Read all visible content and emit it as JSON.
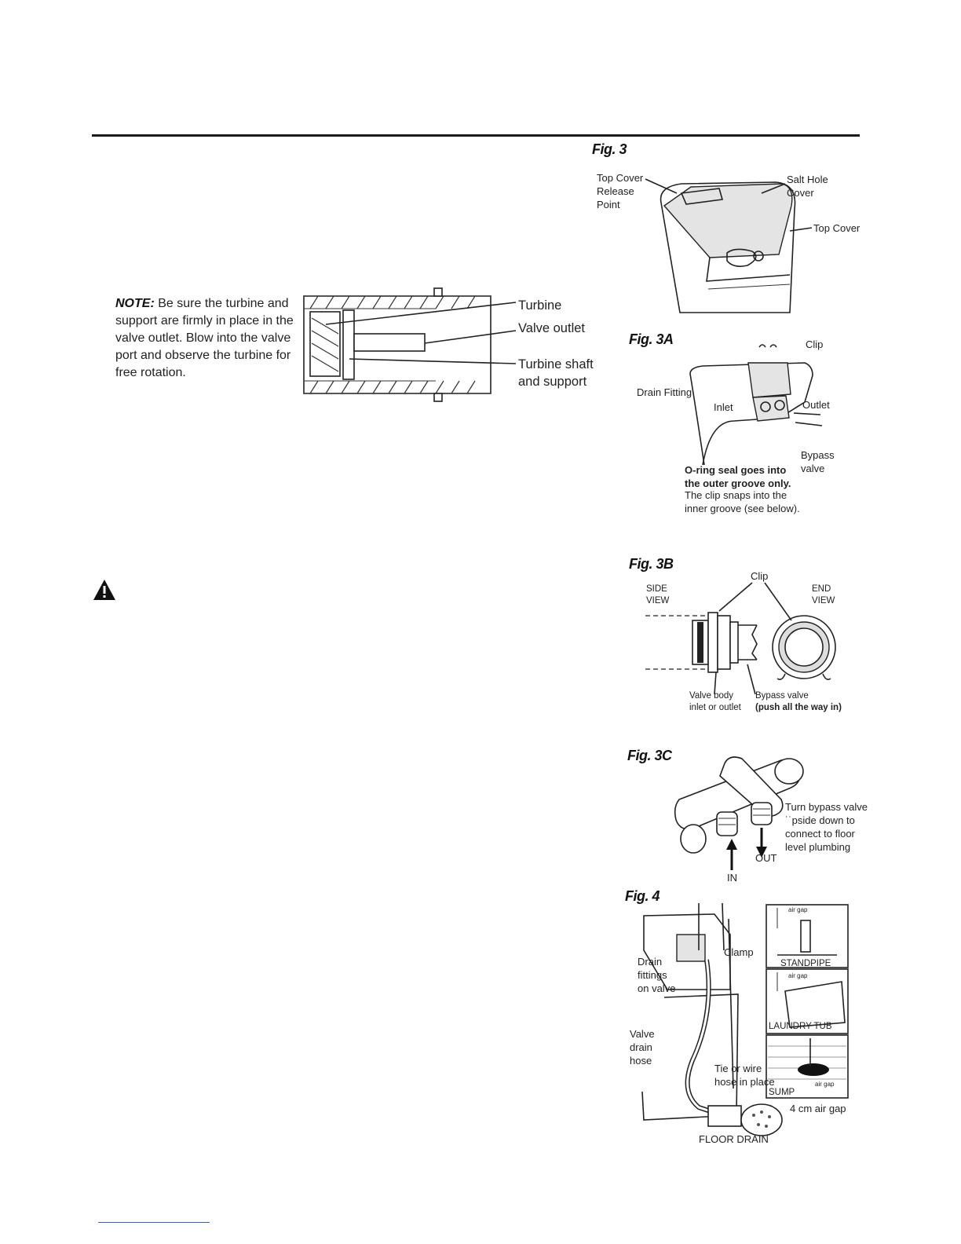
{
  "note": {
    "lead": "NOTE:",
    "body": " Be sure the turbine and support are firmly in place in the valve outlet. Blow into the valve port and observe the turbine for free rotation."
  },
  "turbine_diagram": {
    "turbine": "Turbine",
    "valve_outlet": "Valve outlet",
    "shaft_support": "Turbine shaft\nand support"
  },
  "fig3": {
    "title": "Fig. 3",
    "release": "Top Cover\nRelease\nPoint",
    "salt_hole": "Salt Hole\nCover",
    "top_cover": "Top Cover"
  },
  "fig3a": {
    "title": "Fig. 3A",
    "clip": "Clip",
    "drain_fitting": "Drain Fitting",
    "inlet": "Inlet",
    "outlet": "Outlet",
    "bypass": "Bypass\nvalve",
    "oring_bold": "O-ring seal goes into\nthe outer groove only.",
    "oring_rest": "The clip snaps into the\ninner groove (see below)."
  },
  "fig3b": {
    "title": "Fig. 3B",
    "clip": "Clip",
    "side_view": "SIDE\nVIEW",
    "end_view": "END\nVIEW",
    "valve_body": "Valve body\ninlet or outlet",
    "bypass": "Bypass valve",
    "bypass_bold": "(push all the way in)"
  },
  "fig3c": {
    "title": "Fig. 3C",
    "turn": "Turn bypass valve\n˙˙pside down to\nconnect to floor\nlevel plumbing",
    "out": "OUT",
    "in": "IN"
  },
  "fig4": {
    "title": "Fig. 4",
    "drain_fittings": "Drain\nfittings\non valve",
    "clamp": "Clamp",
    "valve_drain_hose": "Valve\ndrain\nhose",
    "tie": "Tie or wire\nhose in place",
    "air_gap_4cm": "4 cm air gap",
    "floor_drain": "FLOOR DRAIN",
    "standpipe": "STANDPIPE",
    "laundry": "LAUNDRY TUB",
    "sump": "SUMP",
    "air_gap": "air gap"
  }
}
